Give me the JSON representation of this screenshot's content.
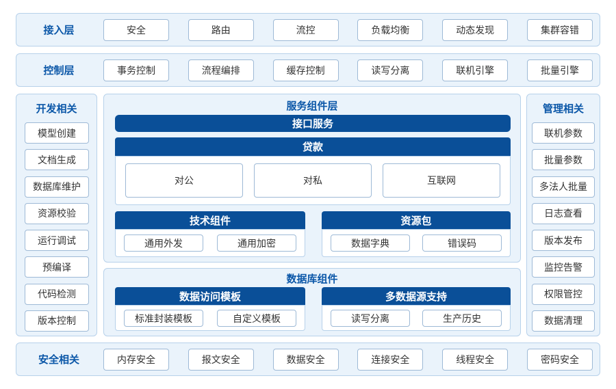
{
  "access_layer": {
    "title": "接入层",
    "items": [
      "安全",
      "路由",
      "流控",
      "负载均衡",
      "动态发现",
      "集群容错"
    ]
  },
  "control_layer": {
    "title": "控制层",
    "items": [
      "事务控制",
      "流程编排",
      "缓存控制",
      "读写分离",
      "联机引擎",
      "批量引擎"
    ]
  },
  "dev": {
    "title": "开发相关",
    "items": [
      "模型创建",
      "文档生成",
      "数据库维护",
      "资源校验",
      "运行调试",
      "预编译",
      "代码检测",
      "版本控制"
    ]
  },
  "mgmt": {
    "title": "管理相关",
    "items": [
      "联机参数",
      "批量参数",
      "多法人批量",
      "日志查看",
      "版本发布",
      "监控告警",
      "权限管控",
      "数据清理"
    ]
  },
  "service_layer": {
    "title": "服务组件层",
    "interface": "接口服务",
    "loan": {
      "title": "贷款",
      "items": [
        "对公",
        "对私",
        "互联网"
      ]
    },
    "tech": {
      "title": "技术组件",
      "items": [
        "通用外发",
        "通用加密"
      ]
    },
    "resource": {
      "title": "资源包",
      "items": [
        "数据字典",
        "错误码"
      ]
    }
  },
  "db_layer": {
    "title": "数据库组件",
    "template": {
      "title": "数据访问模板",
      "items": [
        "标准封装模板",
        "自定义模板"
      ]
    },
    "multi": {
      "title": "多数据源支持",
      "items": [
        "读写分离",
        "生产历史"
      ]
    }
  },
  "security": {
    "title": "安全相关",
    "items": [
      "内存安全",
      "报文安全",
      "数据安全",
      "连接安全",
      "线程安全",
      "密码安全"
    ]
  },
  "colors": {
    "primary": "#0a4f98",
    "title_text": "#0b57a8",
    "panel_bg": "#eaf3fb",
    "panel_border": "#b7d1ea"
  }
}
